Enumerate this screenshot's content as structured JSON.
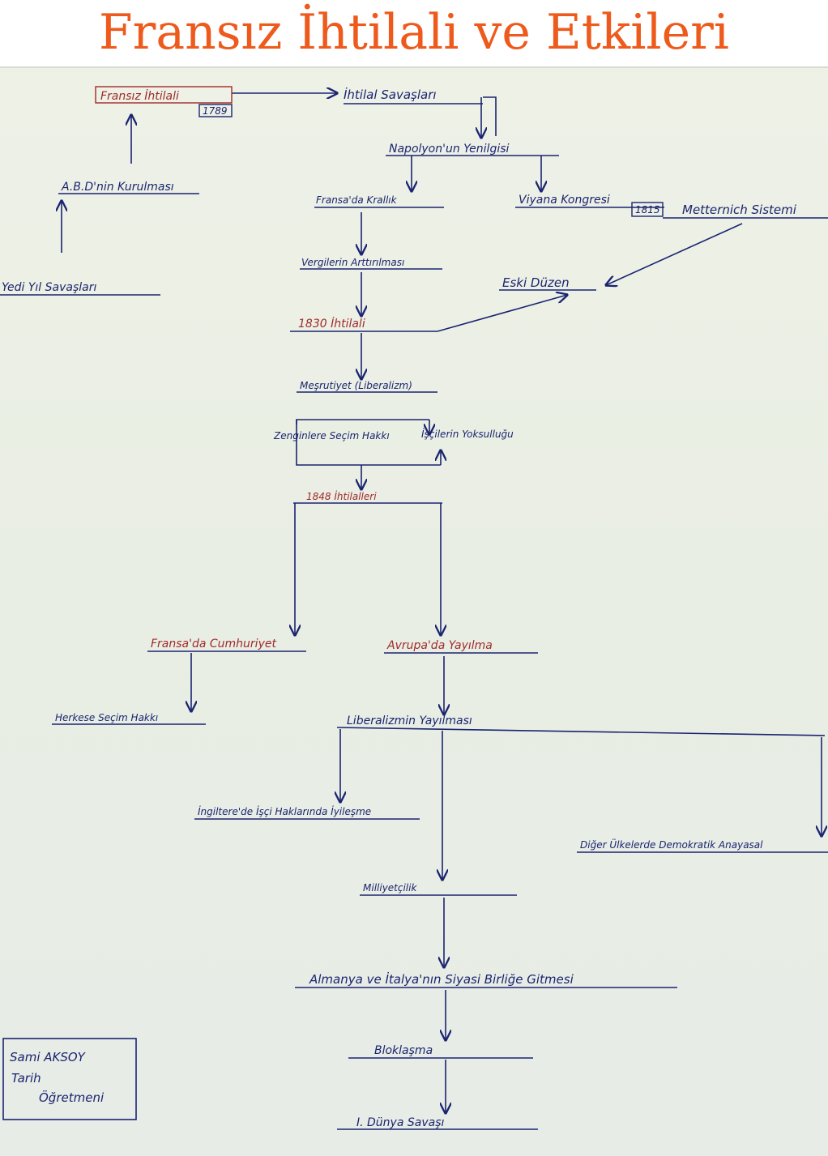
{
  "title": "Fransız İhtilali ve Etkileri",
  "colors": {
    "title": "#ee5a1c",
    "ink_blue": "#1a2470",
    "ink_red": "#a02a2a",
    "paper": "#eaefe5"
  },
  "nodes": {
    "fransiz_ihtilali": "Fransız İhtilali",
    "fransiz_ihtilali_year": "1789",
    "ihtilal_savaslari": "İhtilal Savaşları",
    "napolyon_yenilgisi": "Napolyon'un Yenilgisi",
    "fransada_krallik": "Fransa'da Krallık",
    "viyana_kongresi": "Viyana Kongresi",
    "viyana_year": "1815",
    "metternich_sistemi": "Metternich Sistemi",
    "abd_kurulmasi": "A.B.D'nin Kurulması",
    "yedi_yil_savaslari": "Yedi Yıl Savaşları",
    "vergilerin_arttirilmasi": "Vergilerin Arttırılması",
    "eski_duzen": "Eski Düzen",
    "ihtilali_1830": "1830 İhtilali",
    "mesrutiyet": "Meşrutiyet (Liberalizm)",
    "zenginlere_secim_hakki": "Zenginlere Seçim Hakkı",
    "iscilerin_yoksullugu": "İşçilerin Yoksulluğu",
    "ihtilalleri_1848": "1848 İhtilalleri",
    "fransada_cumhuriyet": "Fransa'da Cumhuriyet",
    "avrupada_yayilma": "Avrupa'da Yayılma",
    "herkese_secim_hakki": "Herkese Seçim Hakkı",
    "liberalizmin_yayilmasi": "Liberalizmin Yayılması",
    "ingilterede_isci_haklari": "İngiltere'de İşçi Haklarında İyileşme",
    "diger_ulkelerde": "Diğer Ülkelerde Demokratik Anayasal",
    "milliyetcilik": "Milliyetçilik",
    "almanya_italya": "Almanya ve İtalya'nın Siyasi Birliğe Gitmesi",
    "bloklasma": "Bloklaşma",
    "dunya_savasi": "I. Dünya Savaşı"
  },
  "signature": {
    "name": "Sami AKSOY",
    "line2": "Tarih",
    "line3": "Öğretmeni"
  }
}
